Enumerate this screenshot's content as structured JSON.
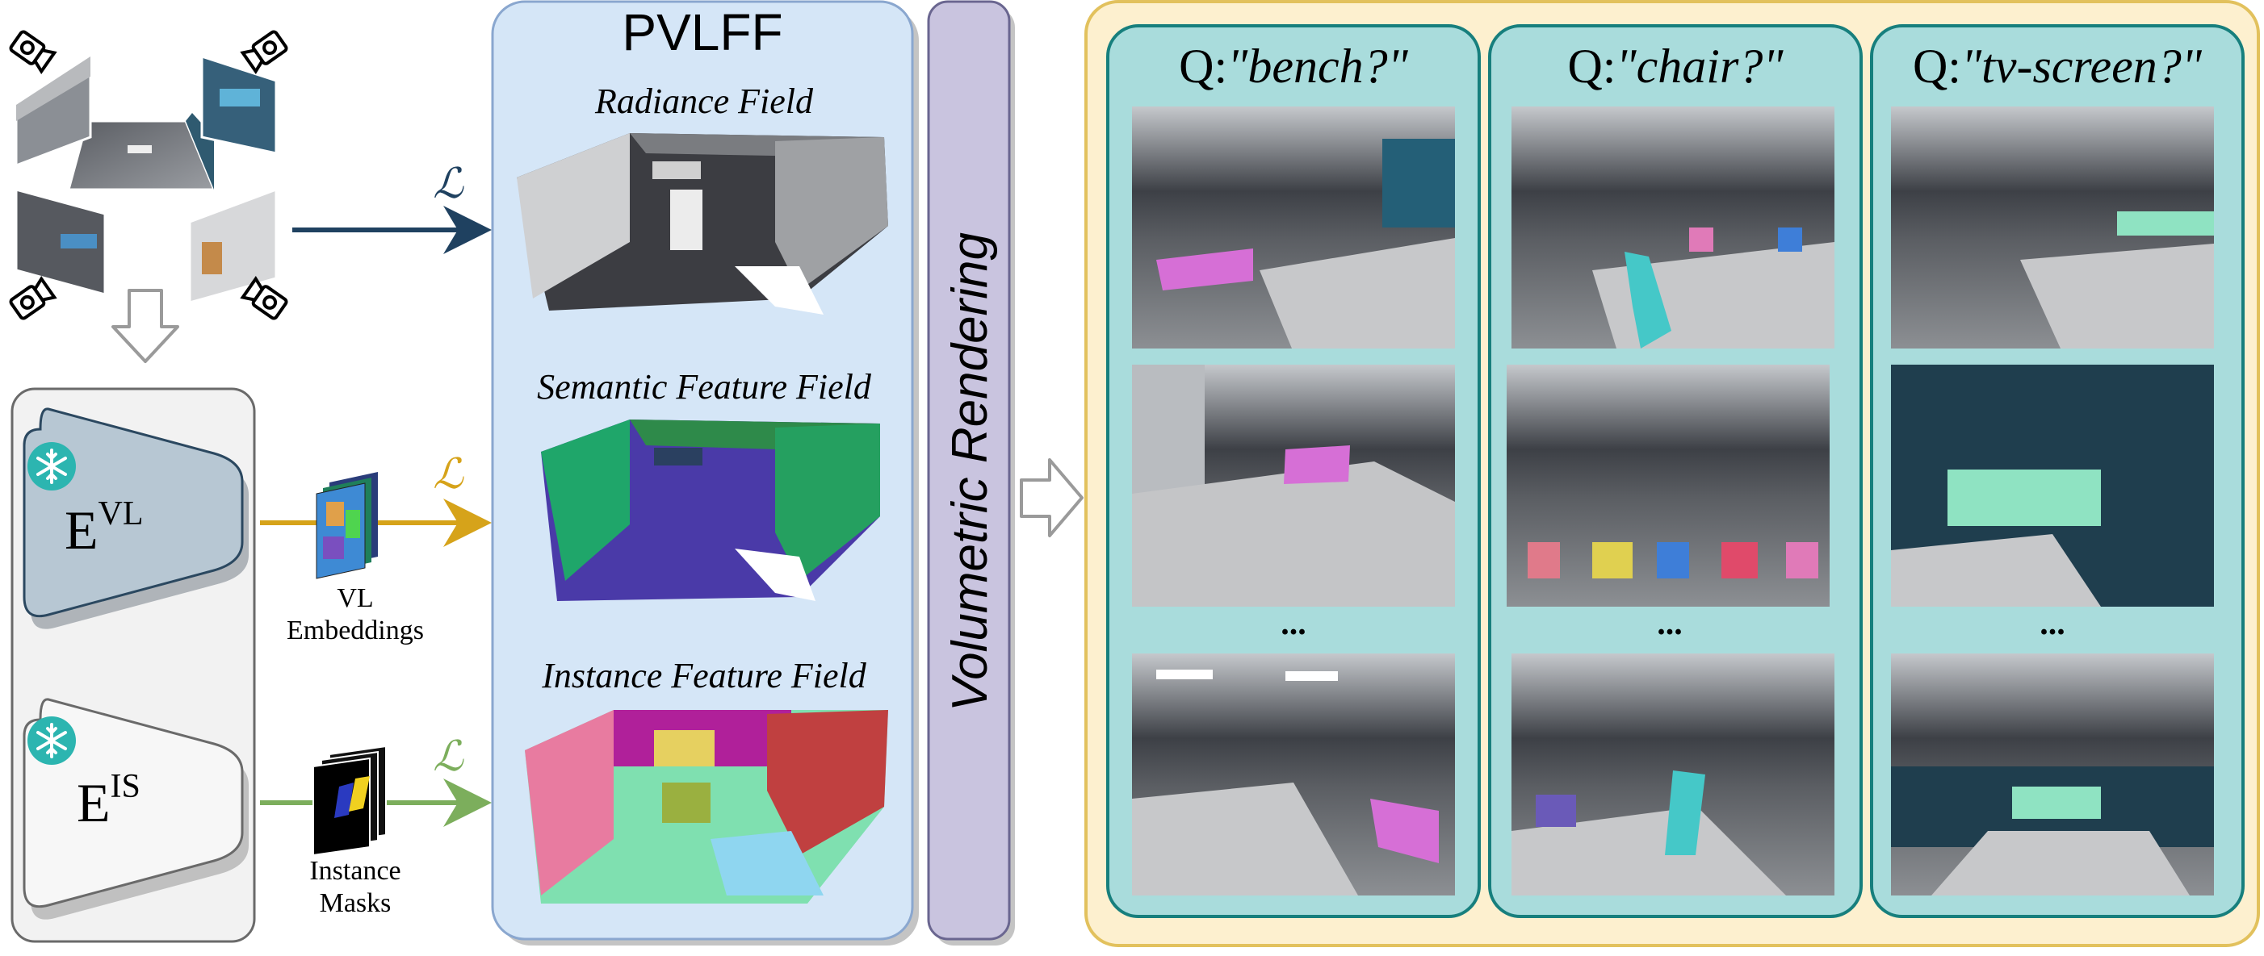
{
  "colors": {
    "loss_radiance": "#1f4160",
    "loss_semantic": "#d6a31a",
    "loss_instance": "#7cae5c",
    "pvlff_panel": "#d5e6f7",
    "pvlff_border": "#8aa7cf",
    "render_bar": "#c9c4df",
    "query_panel": "#fdf0cf",
    "query_border": "#e2c15d",
    "query_column": "#a9dcdc",
    "query_column_border": "#177f7d",
    "encoder_box": "#f2f2f2",
    "encoder_vl_fill": "#b7c7d3",
    "encoder_vl_border": "#2b4860",
    "snowflake": "#2cb5b0"
  },
  "inputs": {
    "camera_icon": "camera-icon",
    "down_arrow_icon": "down-arrow-icon"
  },
  "encoders": {
    "vl": {
      "base": "E",
      "sup": "VL",
      "icon": "snowflake-icon"
    },
    "is": {
      "base": "E",
      "sup": "IS",
      "icon": "snowflake-icon"
    }
  },
  "intermediates": {
    "vl_line1": "VL",
    "vl_line2": "Embeddings",
    "is_line1": "Instance",
    "is_line2": "Masks"
  },
  "losses": {
    "radiance": "ℒ",
    "semantic": "ℒ",
    "instance": "ℒ"
  },
  "pvlff": {
    "title": "PVLFF",
    "fields": [
      "Radiance Field",
      "Semantic Feature Field",
      "Instance Feature Field"
    ]
  },
  "rendering": {
    "label": "Volumetric Rendering"
  },
  "queries": [
    {
      "prefix": "Q:",
      "term": "\"bench?\"",
      "ellipsis": "...",
      "highlight": "#d66fd6"
    },
    {
      "prefix": "Q:",
      "term": "\"chair?\"",
      "ellipsis": "...",
      "highlight": "#45c8c8"
    },
    {
      "prefix": "Q:",
      "term": "\"tv-screen?\"",
      "ellipsis": "...",
      "highlight": "#8fe3c2"
    }
  ]
}
